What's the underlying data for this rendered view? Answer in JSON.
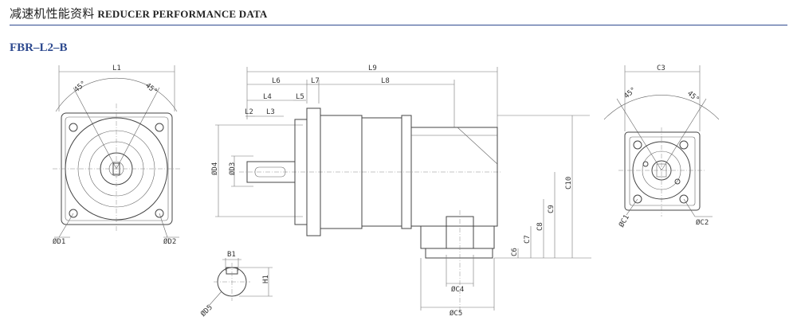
{
  "header": {
    "title_cn": "减速机性能资料",
    "title_en": "REDUCER PERFORMANCE DATA",
    "model": "FBR–L2–B"
  },
  "labels": {
    "L1": "L1",
    "L2": "L2",
    "L3": "L3",
    "L4": "L4",
    "L5": "L5",
    "L6": "L6",
    "L7": "L7",
    "L8": "L8",
    "L9": "L9",
    "D1": "ØD1",
    "D2": "ØD2",
    "D3": "ØD3",
    "D4": "ØD4",
    "D5": "ØD5",
    "B1": "B1",
    "H1": "H1",
    "C1": "ØC1",
    "C2": "ØC2",
    "C3": "C3",
    "C4": "ØC4",
    "C5": "ØC5",
    "C6": "C6",
    "C7": "C7",
    "C8": "C8",
    "C9": "C9",
    "C10": "C10",
    "a45_1": "45°",
    "a45_2": "45°",
    "a45_3": "45°",
    "a45_4": "45°"
  }
}
